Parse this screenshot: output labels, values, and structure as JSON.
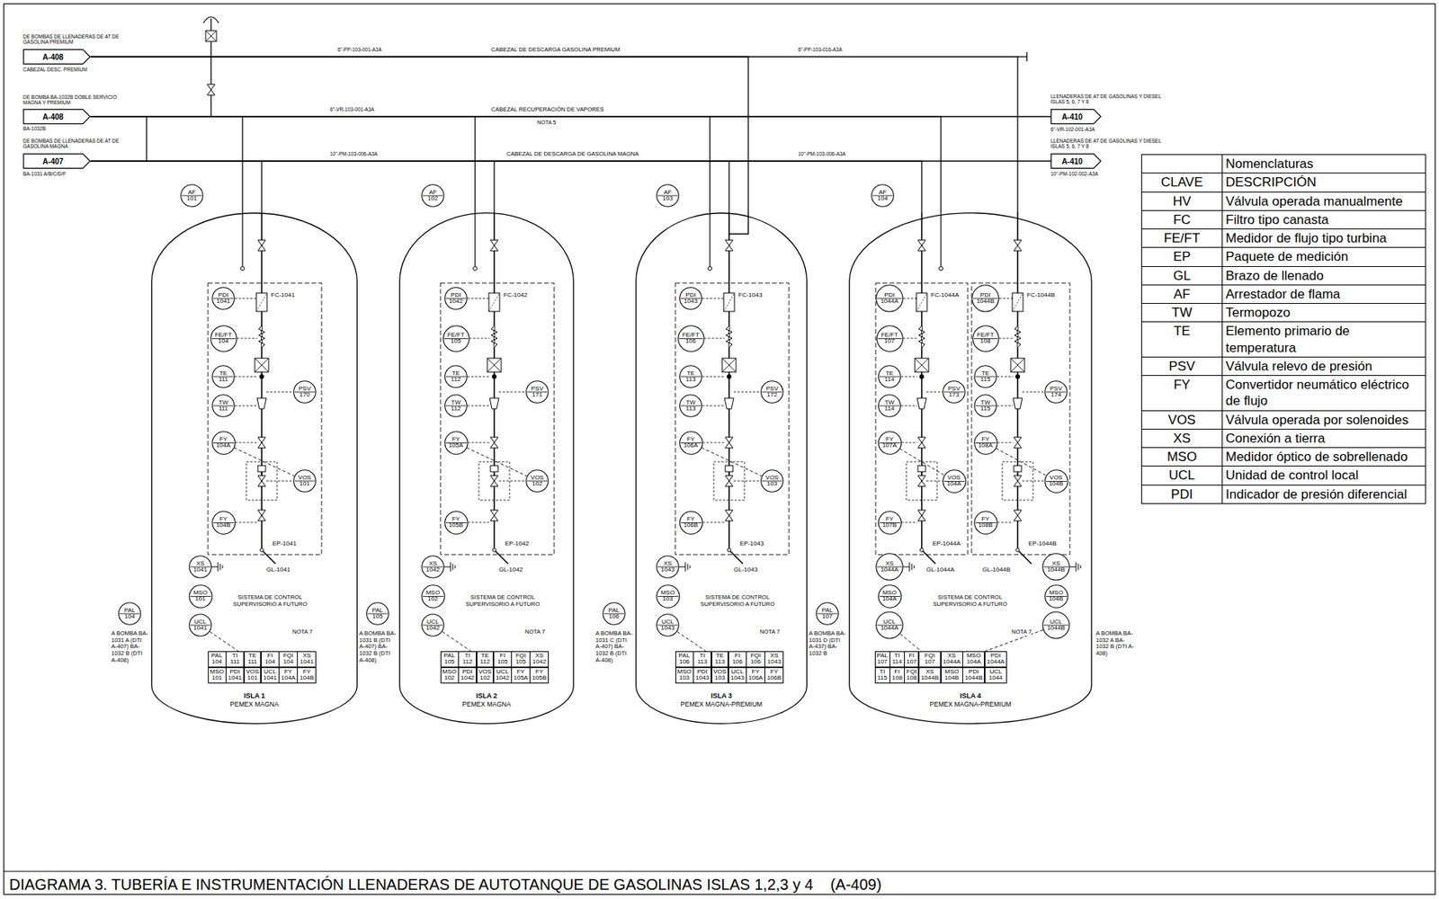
{
  "diagram": {
    "caption": "DIAGRAMA 3. TUBERÍA E INSTRUMENTACIÓN LLENADERAS DE AUTOTANQUE DE GASOLINAS ISLAS 1,2,3 y 4    (A-409)",
    "nodes": [
      {
        "text": [
          "A-408"
        ]
      },
      {
        "text": [
          "A-408"
        ]
      },
      {
        "text": [
          "A-407"
        ]
      },
      {
        "text": [
          "A-410"
        ]
      },
      {
        "text": [
          "A-410"
        ]
      },
      {
        "text": [
          "ISLA 1",
          "PEMEX MAGNA"
        ]
      },
      {
        "text": [
          "ISLA 2",
          "PEMEX MAGNA"
        ]
      },
      {
        "text": [
          "ISLA 3",
          "PEMEX MAGNA-PREMIUM"
        ]
      },
      {
        "text": [
          "ISLA 4",
          "PEMEX MAGNA-PREMIUM"
        ]
      },
      {
        "text": [
          "PDI",
          "1041"
        ],
        "in": 5
      },
      {
        "text": [
          "FE/FT",
          "104"
        ],
        "in": 5
      },
      {
        "text": [
          "TE",
          "111"
        ],
        "in": 5
      },
      {
        "text": [
          "TW",
          "111"
        ],
        "in": 5
      },
      {
        "text": [
          "PSV",
          "170"
        ],
        "in": 5
      },
      {
        "text": [
          "FY",
          "104A"
        ],
        "in": 5
      },
      {
        "text": [
          "VOS",
          "101"
        ],
        "in": 5
      },
      {
        "text": [
          "FY",
          "104B"
        ],
        "in": 5
      },
      {
        "text": [
          "XS",
          "1041"
        ],
        "in": 5
      },
      {
        "text": [
          "MSO",
          "101"
        ],
        "in": 5
      },
      {
        "text": [
          "UCL",
          "1041"
        ],
        "in": 5
      },
      {
        "text": [
          "PDI",
          "1042"
        ],
        "in": 6
      },
      {
        "text": [
          "FE/FT",
          "105"
        ],
        "in": 6
      },
      {
        "text": [
          "TE",
          "112"
        ],
        "in": 6
      },
      {
        "text": [
          "TW",
          "112"
        ],
        "in": 6
      },
      {
        "text": [
          "PSV",
          "171"
        ],
        "in": 6
      },
      {
        "text": [
          "FY",
          "105A"
        ],
        "in": 6
      },
      {
        "text": [
          "VOS",
          "102"
        ],
        "in": 6
      },
      {
        "text": [
          "FY",
          "105B"
        ],
        "in": 6
      },
      {
        "text": [
          "XS",
          "1042"
        ],
        "in": 6
      },
      {
        "text": [
          "MSO",
          "102"
        ],
        "in": 6
      },
      {
        "text": [
          "UCL",
          "1042"
        ],
        "in": 6
      },
      {
        "text": [
          "PDI",
          "1043"
        ],
        "in": 7
      },
      {
        "text": [
          "FE/FT",
          "106"
        ],
        "in": 7
      },
      {
        "text": [
          "TE",
          "113"
        ],
        "in": 7
      },
      {
        "text": [
          "TW",
          "113"
        ],
        "in": 7
      },
      {
        "text": [
          "PSV",
          "172"
        ],
        "in": 7
      },
      {
        "text": [
          "FY",
          "106A"
        ],
        "in": 7
      },
      {
        "text": [
          "VOS",
          "103"
        ],
        "in": 7
      },
      {
        "text": [
          "FY",
          "106B"
        ],
        "in": 7
      },
      {
        "text": [
          "XS",
          "1043"
        ],
        "in": 7
      },
      {
        "text": [
          "MSO",
          "103"
        ],
        "in": 7
      },
      {
        "text": [
          "UCL",
          "1043"
        ],
        "in": 7
      },
      {
        "text": [
          "PDI",
          "1044A"
        ],
        "in": 8
      },
      {
        "text": [
          "FE/FT",
          "107"
        ],
        "in": 8
      },
      {
        "text": [
          "TE",
          "114"
        ],
        "in": 8
      },
      {
        "text": [
          "TW",
          "114"
        ],
        "in": 8
      },
      {
        "text": [
          "PSV",
          "173"
        ],
        "in": 8
      },
      {
        "text": [
          "FY",
          "107A"
        ],
        "in": 8
      },
      {
        "text": [
          "VOS",
          "104A"
        ],
        "in": 8
      },
      {
        "text": [
          "FY",
          "107B"
        ],
        "in": 8
      },
      {
        "text": [
          "XS",
          "1044A"
        ],
        "in": 8
      },
      {
        "text": [
          "MSO",
          "104A"
        ],
        "in": 8
      },
      {
        "text": [
          "UCL",
          "1044A"
        ],
        "in": 8
      },
      {
        "text": [
          "PDI",
          "1044B"
        ],
        "in": 8
      },
      {
        "text": [
          "FE/FT",
          "108"
        ],
        "in": 8
      },
      {
        "text": [
          "TE",
          "115"
        ],
        "in": 8
      },
      {
        "text": [
          "TW",
          "115"
        ],
        "in": 8
      },
      {
        "text": [
          "PSV",
          "174"
        ],
        "in": 8
      },
      {
        "text": [
          "FY",
          "108A"
        ],
        "in": 8
      },
      {
        "text": [
          "VOS",
          "104B"
        ],
        "in": 8
      },
      {
        "text": [
          "FY",
          "108B"
        ],
        "in": 8
      },
      {
        "text": [
          "XS",
          "1044B"
        ],
        "in": 8
      },
      {
        "text": [
          "MSO",
          "104B"
        ],
        "in": 8
      },
      {
        "text": [
          "UCL",
          "1044B"
        ],
        "in": 8
      },
      {
        "text": [
          "PAL 104",
          "TI 111",
          "TE 111",
          "FI 104",
          "FQI 104",
          "XS 1041",
          "MSO 101",
          "PDI 1041",
          "VOS 101",
          "UCL 1041",
          "FY 104A",
          "FY 104B"
        ],
        "in": 5
      },
      {
        "text": [
          "PAL 105",
          "TI 112",
          "TE 112",
          "FI 105",
          "FQI 105",
          "XS 1042",
          "MSO 102",
          "PDI 1042",
          "VOS 102",
          "UCL 1042",
          "FY 105A",
          "FY 105B"
        ],
        "in": 6
      },
      {
        "text": [
          "PAL 106",
          "TI 113",
          "TE 113",
          "FI 106",
          "FQI 106",
          "XS 1043",
          "MSO 103",
          "PDI 1043",
          "VOS 103",
          "UCL 1043",
          "FY 106A",
          "FY 106B"
        ],
        "in": 7
      },
      {
        "text": [
          "PAL 107",
          "TI 114",
          "FI 107",
          "FQI 107",
          "XS 1044A",
          "MSO 104A",
          "PDI 1044A",
          "TI 115",
          "FI 108",
          "FQI 108",
          "XS 1044B",
          "MSO 104B",
          "PDI 1044B",
          "UCL 1044"
        ],
        "in": 8
      },
      {
        "text": [
          "AF",
          "101"
        ]
      },
      {
        "text": [
          "AF",
          "102"
        ]
      },
      {
        "text": [
          "AF",
          "103"
        ]
      },
      {
        "text": [
          "AF",
          "104"
        ]
      },
      {
        "text": [
          "PAL",
          "104"
        ]
      },
      {
        "text": [
          "PAL",
          "105"
        ]
      },
      {
        "text": [
          "PAL",
          "106"
        ]
      },
      {
        "text": [
          "PAL",
          "107"
        ]
      }
    ],
    "edges": [
      {
        "from": 1,
        "to": 3,
        "arrow": "none"
      },
      {
        "from": 2,
        "to": 4,
        "arrow": "none"
      },
      {
        "from": 0,
        "to": 7,
        "arrow": "none"
      },
      {
        "from": 0,
        "to": 8,
        "arrow": "none"
      },
      {
        "from": 1,
        "to": 5,
        "arrow": "none"
      },
      {
        "from": 1,
        "to": 6,
        "arrow": "none"
      },
      {
        "from": 1,
        "to": 7,
        "arrow": "none"
      },
      {
        "from": 1,
        "to": 8,
        "arrow": "none"
      },
      {
        "from": 2,
        "to": 5,
        "arrow": "none"
      },
      {
        "from": 2,
        "to": 6,
        "arrow": "none"
      },
      {
        "from": 2,
        "to": 7,
        "arrow": "none"
      },
      {
        "from": 2,
        "to": 8,
        "arrow": "none"
      },
      {
        "from": 19,
        "to": 64,
        "arrow": "none"
      },
      {
        "from": 30,
        "to": 65,
        "arrow": "none"
      },
      {
        "from": 41,
        "to": 66,
        "arrow": "none"
      },
      {
        "from": 52,
        "to": 67,
        "arrow": "none"
      },
      {
        "from": 63,
        "to": 67,
        "arrow": "none"
      },
      {
        "from": 14,
        "to": 15,
        "arrow": "none"
      },
      {
        "from": 25,
        "to": 26,
        "arrow": "none"
      },
      {
        "from": 36,
        "to": 37,
        "arrow": "none"
      },
      {
        "from": 47,
        "to": 48,
        "arrow": "none"
      },
      {
        "from": 58,
        "to": 59,
        "arrow": "none"
      }
    ],
    "labels": [
      "CABEZAL DE DESCARGA GASOLINA PREMIUM",
      "CABEZAL RECUPERACIÓN DE VAPORES",
      "NOTA 5",
      "CABEZAL DE DESCARGA DE GASOLINA MAGNA",
      "6\"-PP-103-001-A3A",
      "6\"-PP-103-016-A3A",
      "6\"-VR-103-001-A3A",
      "10\"-PM-103-006-A3A",
      "10\"-PM-103-006-A3A",
      "DE BOMBAS DE LLENADERAS DE AT DE GASOLINA PREMIUM",
      "CABEZAL DESC. PREMIUM",
      "DE BOMBA BA-1032B DOBLE SERVICIO MAGNA Y PREMIUM",
      "BA-1032B",
      "DE BOMBAS DE LLENADERAS DE AT DE GASOLINA MAGNA",
      "BA-1031 A/B/C/D/F",
      "LLENADERAS DE AT DE GASOLINAS Y DIESEL ISLAS 5, 6, 7 Y 8",
      "6\"-VR-102-001-A3A",
      "LLENADERAS DE AT DE GASOLINAS Y DIESEL ISLAS 5, 6, 7 Y 8",
      "10\"-PM-102-002-A3A",
      "FC-1041",
      "EP-1041",
      "GL-1041",
      "FC-1042",
      "EP-1042",
      "GL-1042",
      "FC-1043",
      "EP-1043",
      "GL-1043",
      "FC-1044A",
      "EP-1044A",
      "GL-1044A",
      "FC-1044B",
      "EP-1044B",
      "GL-1044B",
      "SISTEMA DE CONTROL SUPERVISORIO A FUTURO",
      "NOTA 7",
      "A BOMBA BA-1031 A (DTI A-407) BA-1032 B (DTI A-408)",
      "SISTEMA DE CONTROL SUPERVISORIO A FUTURO",
      "NOTA 7",
      "A BOMBA BA-1031 B (DTI A-407) BA-1032 B (DTI A-408)",
      "SISTEMA DE CONTROL SUPERVISORIO A FUTURO",
      "NOTA 7",
      "A BOMBA BA-1031 C (DTI A-407) BA-1032 B (DTI A-408)",
      "SISTEMA DE CONTROL SUPERVISORIO A FUTURO",
      "NOTA 7",
      "A BOMBA BA-1031 D (DTI A-437) BA-1032 B",
      "A BOMBA BA-1032 A BA-1032 B (DTI A-408)",
      "Nomenclaturas",
      "CLAVE",
      "DESCRIPCIÓN",
      "HV",
      "Válvula operada manualmente",
      "FC",
      "Filtro tipo canasta",
      "FE/FT",
      "Medidor de flujo tipo turbina",
      "EP",
      "Paquete de medición",
      "GL",
      "Brazo de llenado",
      "AF",
      "Arrestador de flama",
      "TW",
      "Termopozo",
      "TE",
      "Elemento primario de temperatura",
      "PSV",
      "Válvula relevo de presión",
      "FY",
      "Convertidor neumático eléctrico de flujo",
      "VOS",
      "Válvula operada por solenoides",
      "XS",
      "Conexión a tierra",
      "MSO",
      "Medidor óptico de sobrellenado",
      "UCL",
      "Unidad de control local",
      "PDI",
      "Indicador de presión diferencial"
    ]
  }
}
